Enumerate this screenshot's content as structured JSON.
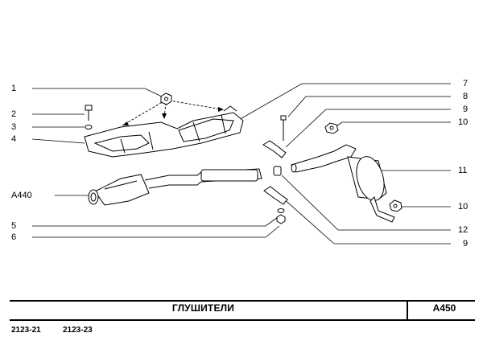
{
  "callouts_left": [
    {
      "id": "1",
      "label": "1"
    },
    {
      "id": "2",
      "label": "2"
    },
    {
      "id": "3",
      "label": "3"
    },
    {
      "id": "4",
      "label": "4"
    },
    {
      "id": "a440",
      "label": "A440"
    },
    {
      "id": "5",
      "label": "5"
    },
    {
      "id": "6",
      "label": "6"
    }
  ],
  "callouts_right": [
    {
      "id": "7",
      "label": "7"
    },
    {
      "id": "8",
      "label": "8"
    },
    {
      "id": "9a",
      "label": "9"
    },
    {
      "id": "10a",
      "label": "10"
    },
    {
      "id": "11",
      "label": "11"
    },
    {
      "id": "10b",
      "label": "10"
    },
    {
      "id": "12",
      "label": "12"
    },
    {
      "id": "9b",
      "label": "9"
    }
  ],
  "title": "ГЛУШИТЕЛИ",
  "section_code": "A450",
  "models": [
    "2123-21",
    "2123-23"
  ]
}
